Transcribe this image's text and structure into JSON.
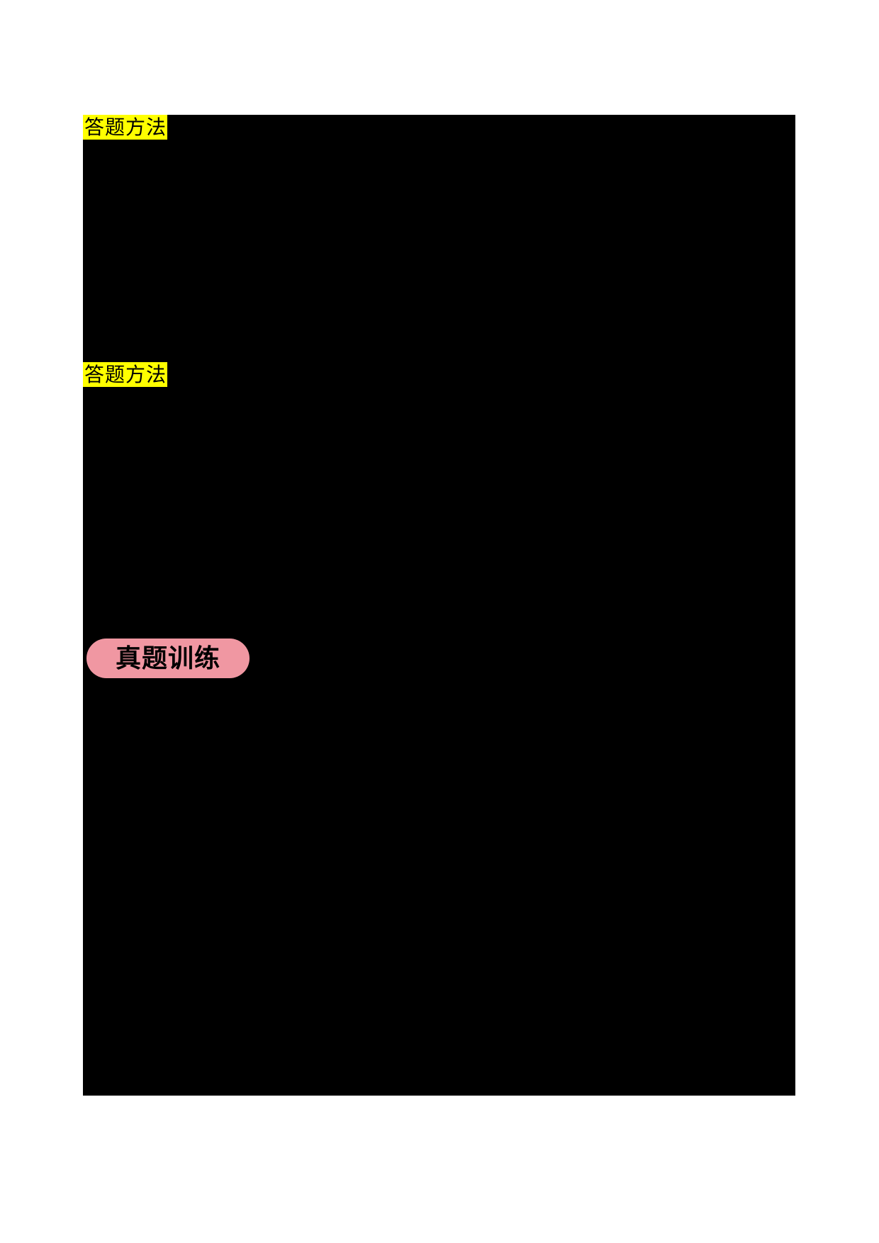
{
  "sections": [
    {
      "label": "答题方法",
      "style": "yellow-highlight"
    },
    {
      "label": "答题方法",
      "style": "yellow-highlight"
    },
    {
      "label": "真题训练",
      "style": "pink-pill"
    }
  ],
  "colors": {
    "page-background": "#ffffff",
    "content-black": "#000000",
    "highlight-yellow": "#ffff00",
    "pill-pink": "#f097a2",
    "label-text": "#000000"
  }
}
